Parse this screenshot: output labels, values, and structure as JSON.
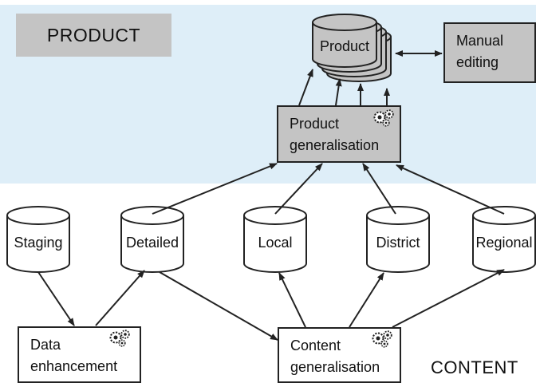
{
  "layers": {
    "product_label": "PRODUCT",
    "content_label": "CONTENT"
  },
  "stores": {
    "product": "Product",
    "staging": "Staging",
    "detailed": "Detailed",
    "local": "Local",
    "district": "District",
    "regional": "Regional"
  },
  "processes": {
    "manual_editing": [
      "Manual",
      "editing"
    ],
    "product_generalisation": [
      "Product",
      "generalisation"
    ],
    "data_enhancement": [
      "Data",
      "enhancement"
    ],
    "content_generalisation": [
      "Content",
      "generalisation"
    ]
  },
  "icons": {
    "process_icon": "gears-icon"
  },
  "colors": {
    "product_band": "#deeef8",
    "process_fill": "#c4c4c4",
    "stroke": "#222222"
  }
}
